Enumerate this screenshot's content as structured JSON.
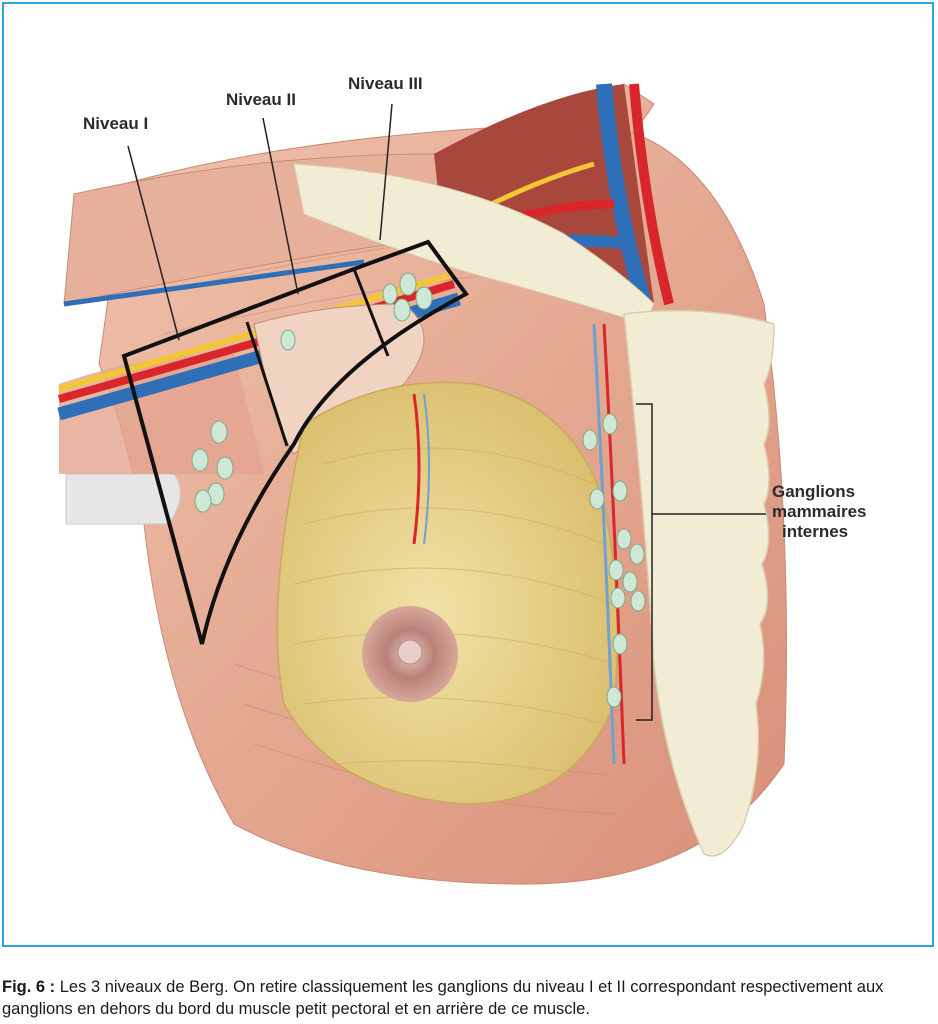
{
  "labels": {
    "level1": "Niveau I",
    "level2": "Niveau II",
    "level3": "Niveau III",
    "internal_nodes_line1": "Ganglions",
    "internal_nodes_line2": "mammaires",
    "internal_nodes_line3": "internes"
  },
  "caption": {
    "prefix": "Fig. 6 :",
    "text": " Les 3 niveaux de Berg. On retire classiquement les ganglions du niveau I et II correspondant respectivement aux ganglions en dehors du bord du muscle petit pectoral et en arrière de ce muscle."
  },
  "colors": {
    "frame": "#2aa6dc",
    "muscle": "#e8a98f",
    "breast_fat": "#e9d48f",
    "bone": "#f3ecd4",
    "artery": "#d8262a",
    "vein": "#2f6fb7",
    "nerve": "#f2c634",
    "lymph_node": "#cfe8d6",
    "outline": "#111111"
  }
}
